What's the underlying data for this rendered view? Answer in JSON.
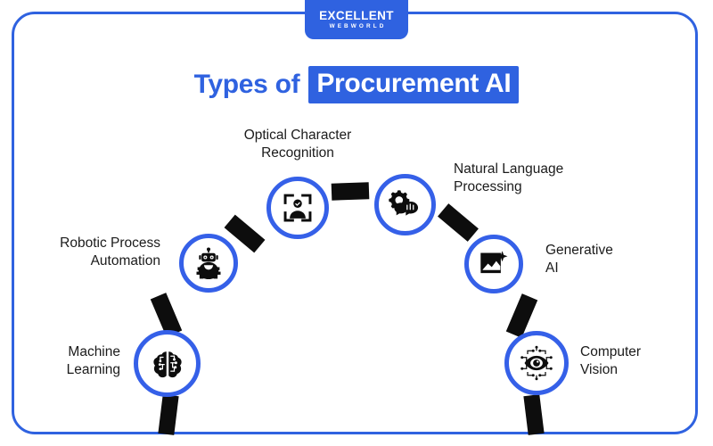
{
  "logo": {
    "main": "EXCELLENT",
    "sub": "WEBWORLD"
  },
  "title": {
    "plain": "Types of",
    "highlight": "Procurement AI"
  },
  "colors": {
    "brand_blue": "#2f62e0",
    "ring_blue": "#3560e8",
    "dash_black": "#0d0d0d",
    "text_dark": "#1b1b1b",
    "background": "#ffffff"
  },
  "nodes": [
    {
      "id": "machine-learning",
      "label": "Machine\nLearning",
      "icon": "brain-icon",
      "align": "right"
    },
    {
      "id": "robotic-process-automation",
      "label": "Robotic Process\nAutomation",
      "icon": "robot-gear-icon",
      "align": "right"
    },
    {
      "id": "optical-character-recognition",
      "label": "Optical Character\nRecognition",
      "icon": "face-scan-icon",
      "align": "center"
    },
    {
      "id": "natural-language-processing",
      "label": "Natural Language\nProcessing",
      "icon": "gear-chat-icon",
      "align": "left"
    },
    {
      "id": "generative-ai",
      "label": "Generative\nAI",
      "icon": "image-sparkle-icon",
      "align": "left"
    },
    {
      "id": "computer-vision",
      "label": "Computer\nVision",
      "icon": "eye-circuit-icon",
      "align": "left"
    }
  ]
}
